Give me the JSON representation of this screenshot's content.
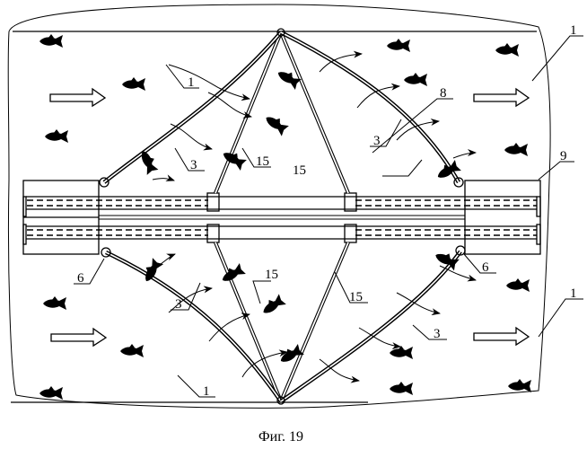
{
  "figure": {
    "caption": "Фиг. 19",
    "description": "Plan view of a fish-protection net structure installed in a water flow channel between two bank structures, with two curved nets forming a lens shape supported by rods to apex posts.",
    "colors": {
      "ink": "#000000",
      "paper": "#ffffff"
    }
  },
  "labels": [
    {
      "id": "label-1-top-left",
      "text": "1",
      "refers_to": "water-flow-area"
    },
    {
      "id": "label-1-top-right",
      "text": "1",
      "refers_to": "water-flow-area"
    },
    {
      "id": "label-1-bottom-left",
      "text": "1",
      "refers_to": "water-flow-area"
    },
    {
      "id": "label-1-bottom-right",
      "text": "1",
      "refers_to": "water-flow-area"
    },
    {
      "id": "label-3-upper-left",
      "text": "3",
      "refers_to": "net"
    },
    {
      "id": "label-3-upper-right",
      "text": "3",
      "refers_to": "net"
    },
    {
      "id": "label-3-lower-left",
      "text": "3",
      "refers_to": "net"
    },
    {
      "id": "label-3-lower-right",
      "text": "3",
      "refers_to": "net"
    },
    {
      "id": "label-8",
      "text": "8",
      "refers_to": "net-edge"
    },
    {
      "id": "label-9",
      "text": "9",
      "refers_to": "bank-structure"
    },
    {
      "id": "label-6-left",
      "text": "6",
      "refers_to": "hinge-anchor"
    },
    {
      "id": "label-6-right",
      "text": "6",
      "refers_to": "hinge-anchor"
    },
    {
      "id": "label-15-upper-left",
      "text": "15",
      "refers_to": "support-rod"
    },
    {
      "id": "label-15-upper-center",
      "text": "15",
      "refers_to": "support-rod"
    },
    {
      "id": "label-15-lower-left",
      "text": "15",
      "refers_to": "support-rod"
    },
    {
      "id": "label-15-lower-right",
      "text": "15",
      "refers_to": "support-rod"
    }
  ],
  "legend_items": {
    "flow_arrow": "flow-direction-arrow",
    "fish": "fish-icon",
    "flow_path": "fish-path-arrow"
  }
}
